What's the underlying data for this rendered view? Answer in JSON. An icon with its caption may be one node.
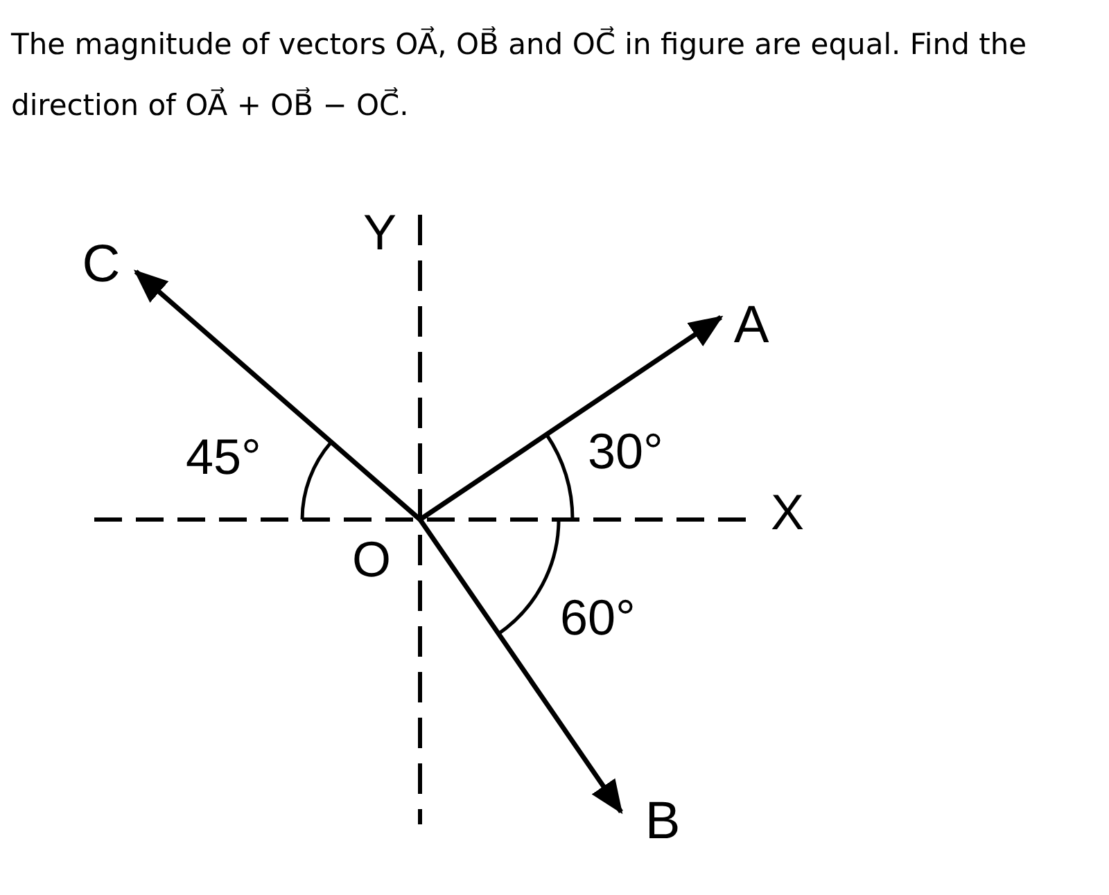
{
  "diagram": {
    "title": "The magnitude of vectors OA⃗, OB⃗ and OC⃗ in figure are equal. Find the direction of OA⃗ + OB⃗ − OC⃗.",
    "nodes": [
      {
        "text": [
          "A"
        ]
      },
      {
        "text": [
          "B"
        ]
      },
      {
        "text": [
          "C"
        ]
      }
    ],
    "edges": [
      {
        "from": null,
        "to": 0,
        "arrow": "to"
      },
      {
        "from": null,
        "to": 1,
        "arrow": "to"
      },
      {
        "from": null,
        "to": 2,
        "arrow": "to"
      }
    ],
    "labels": [
      "Y",
      "45°",
      "30°",
      "X",
      "O",
      "60°"
    ]
  }
}
